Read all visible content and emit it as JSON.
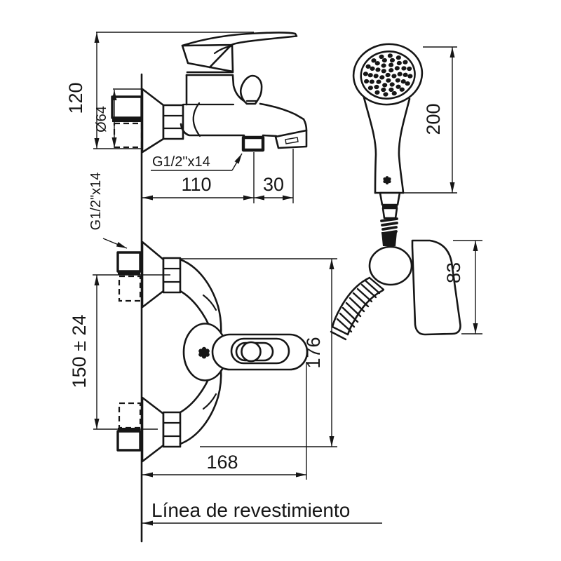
{
  "drawing": {
    "kind": "bath-shower-mixer-technical-drawing",
    "line_color": "#161616",
    "background": "#ffffff",
    "baseline_label": "Línea de revestimiento",
    "dimensions": {
      "overall_height": "120",
      "escutcheon_diameter": "Ø64",
      "outlet_thread": "G1/2\"x14",
      "inlet_thread": "G1/2\"x14",
      "spout_reach": "110",
      "spout_tip_offset": "30",
      "handshower_length": "200",
      "holder_height": "83",
      "inlet_centers": "150 ± 24",
      "body_height": "176",
      "body_width": "168"
    }
  }
}
